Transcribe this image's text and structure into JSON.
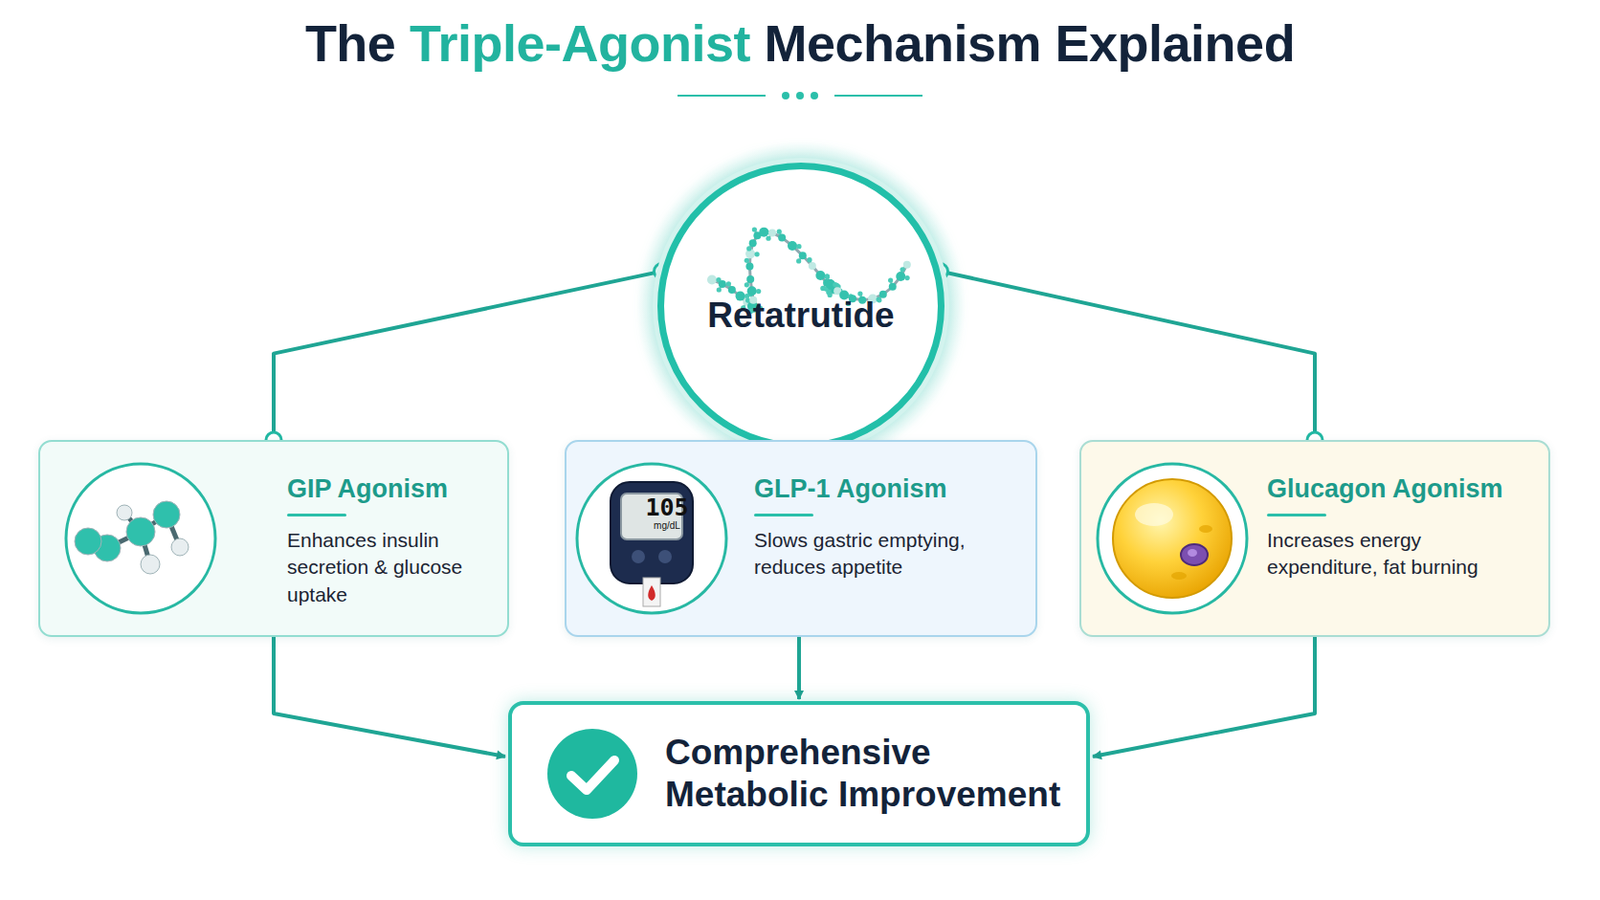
{
  "diagram": {
    "title": "The Triple-Agonist Mechanism Explained",
    "nodes": [
      {
        "text": [
          "Retatrutide"
        ]
      },
      {
        "text": [
          "GIP Agonism",
          "Enhances insulin secretion & glucose uptake"
        ]
      },
      {
        "text": [
          "GLP-1 Agonism",
          "Slows gastric emptying, reduces appetite"
        ]
      },
      {
        "text": [
          "Glucagon Agonism",
          "Increases energy expenditure, fat burning"
        ]
      },
      {
        "text": [
          "Comprehensive Metabolic Improvement"
        ]
      }
    ],
    "edges": [
      {
        "from": 0,
        "to": 1,
        "arrow": "none"
      },
      {
        "from": 0,
        "to": 2,
        "arrow": "none"
      },
      {
        "from": 0,
        "to": 3,
        "arrow": "none"
      },
      {
        "from": 1,
        "to": 4,
        "arrow": "to"
      },
      {
        "from": 2,
        "to": 4,
        "arrow": "to"
      },
      {
        "from": 3,
        "to": 4,
        "arrow": "to"
      }
    ],
    "labels": [
      "105",
      "mg/dL"
    ]
  }
}
